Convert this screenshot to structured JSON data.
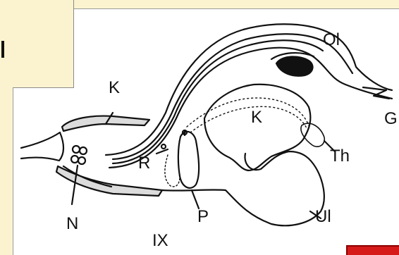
{
  "labels": {
    "ol": "Ol",
    "k_top": "K",
    "k_mid": "K",
    "g": "G",
    "th": "Th",
    "r": "R",
    "n": "N",
    "p": "P",
    "ul": "Ul",
    "ix": "IX"
  },
  "colors": {
    "panel": "#fbf3cf",
    "accent_red": "#d61a1a",
    "ink": "#111111"
  }
}
